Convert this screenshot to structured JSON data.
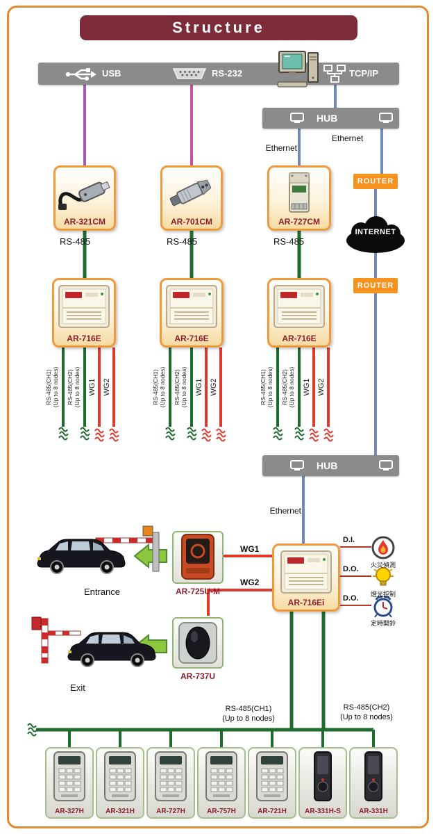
{
  "title": "Structure",
  "interfaces": {
    "usb": "USB",
    "rs232": "RS-232",
    "tcpip": "TCP/IP"
  },
  "hub1": "HUB",
  "hub2": "HUB",
  "ethernet_top_left": "Ethernet",
  "ethernet_top_right": "Ethernet",
  "ethernet_bottom": "Ethernet",
  "router_top": "ROUTER",
  "router_bottom": "ROUTER",
  "internet": "INTERNET",
  "converters": [
    {
      "name": "AR-321CM",
      "bus": "RS-485"
    },
    {
      "name": "AR-701CM",
      "bus": "RS-485"
    },
    {
      "name": "AR-727CM",
      "bus": "RS-485"
    }
  ],
  "controllers": [
    {
      "name": "AR-716E"
    },
    {
      "name": "AR-716E"
    },
    {
      "name": "AR-716E"
    }
  ],
  "fanout": {
    "ch1_line1": "RS-485(CH1)",
    "ch1_line2": "(Up to 8 nodes)",
    "ch2_line1": "RS-485(CH2)",
    "ch2_line2": "(Up to 8 nodes)",
    "wg1": "WG1",
    "wg2": "WG2"
  },
  "main_controller": {
    "name": "AR-716Ei"
  },
  "wg": {
    "wg1": "WG1",
    "wg2": "WG2"
  },
  "readers": {
    "entrance": "AR-725U-M",
    "exit": "AR-737U"
  },
  "gates": {
    "entrance": "Entrance",
    "exit": "Exit"
  },
  "io": [
    {
      "port": "D.I.",
      "label": "火災偵測",
      "icon": "fire-icon"
    },
    {
      "port": "D.O.",
      "label": "燈光控制",
      "icon": "light-icon"
    },
    {
      "port": "D.O.",
      "label": "定時開鈴",
      "icon": "timer-icon"
    }
  ],
  "bottom_bus": {
    "ch1_line1": "RS-485(CH1)",
    "ch1_line2": "(Up to 8 nodes)",
    "ch2_line1": "RS-485(CH2)",
    "ch2_line2": "(Up to 8 nodes)"
  },
  "bottom_devices": [
    {
      "name": "AR-327H"
    },
    {
      "name": "AR-321H"
    },
    {
      "name": "AR-727H"
    },
    {
      "name": "AR-757H"
    },
    {
      "name": "AR-721H"
    },
    {
      "name": "AR-331H-S"
    },
    {
      "name": "AR-331H"
    }
  ],
  "colors": {
    "accent_orange": "#DF8A2F",
    "title_maroon": "#7D2B38",
    "rs485_green": "#1E6B2E",
    "wiegand_red": "#E0392E",
    "ethernet_blue": "#7289BE"
  }
}
